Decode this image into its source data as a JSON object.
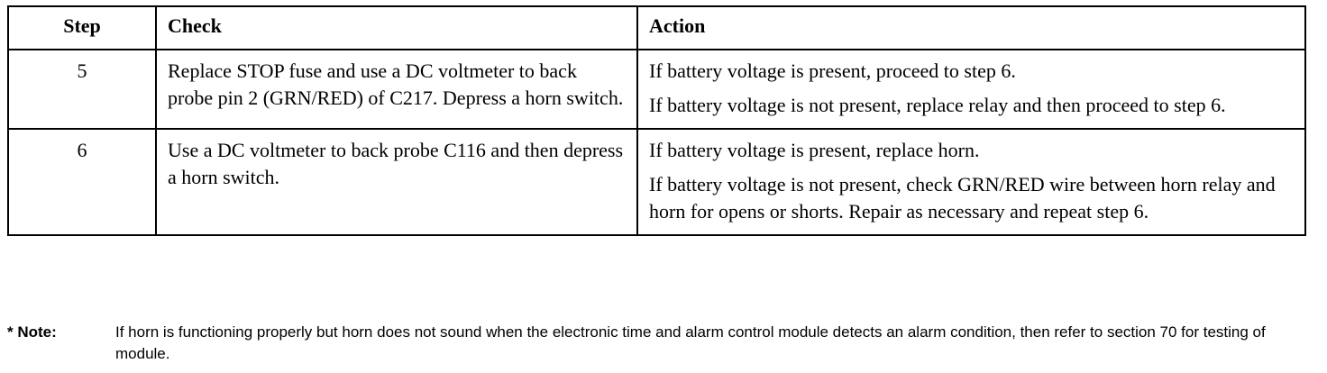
{
  "table": {
    "headers": {
      "step": "Step",
      "check": "Check",
      "action": "Action"
    },
    "rows": [
      {
        "step": "5",
        "check": "Replace STOP fuse and use a DC voltmeter to back probe pin 2 (GRN/RED) of C217. Depress a horn switch.",
        "actions": [
          "If battery voltage is present, proceed to step 6.",
          "If battery voltage is not present, replace relay and then proceed to step 6."
        ]
      },
      {
        "step": "6",
        "check": "Use a DC voltmeter to back probe C116 and then depress a horn switch.",
        "actions": [
          "If battery voltage is present, replace horn.",
          "If battery voltage is not present, check GRN/RED wire between horn relay and horn for opens or shorts. Repair as necessary and repeat step 6."
        ]
      }
    ]
  },
  "note": {
    "label": "* Note:",
    "text": "If horn is functioning properly but horn does not sound when the electronic time and alarm control module detects an alarm condition, then refer to section 70 for testing of module."
  }
}
